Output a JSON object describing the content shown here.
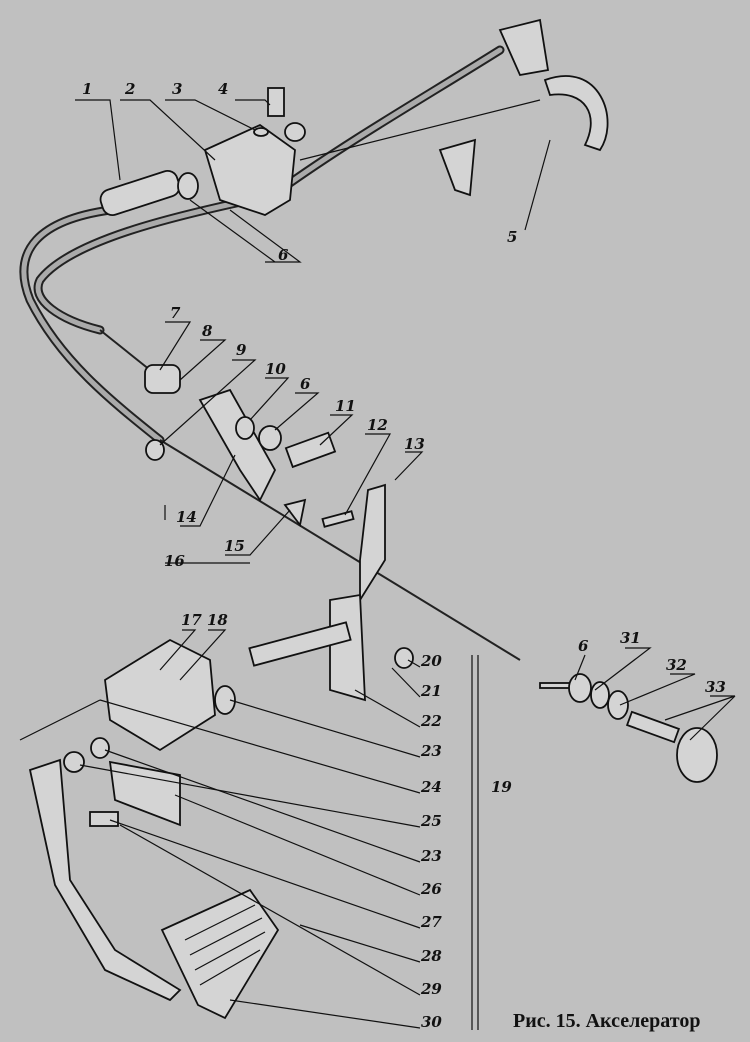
{
  "caption": "Рис. 15. Акселератор",
  "callouts": [
    "1",
    "2",
    "3",
    "4",
    "5",
    "6",
    "7",
    "8",
    "9",
    "10",
    "6",
    "11",
    "12",
    "13",
    "14",
    "15",
    "16",
    "17",
    "18",
    "20",
    "21",
    "22",
    "23",
    "24",
    "19",
    "25",
    "23",
    "26",
    "27",
    "28",
    "29",
    "30",
    "6",
    "31",
    "32",
    "33"
  ]
}
